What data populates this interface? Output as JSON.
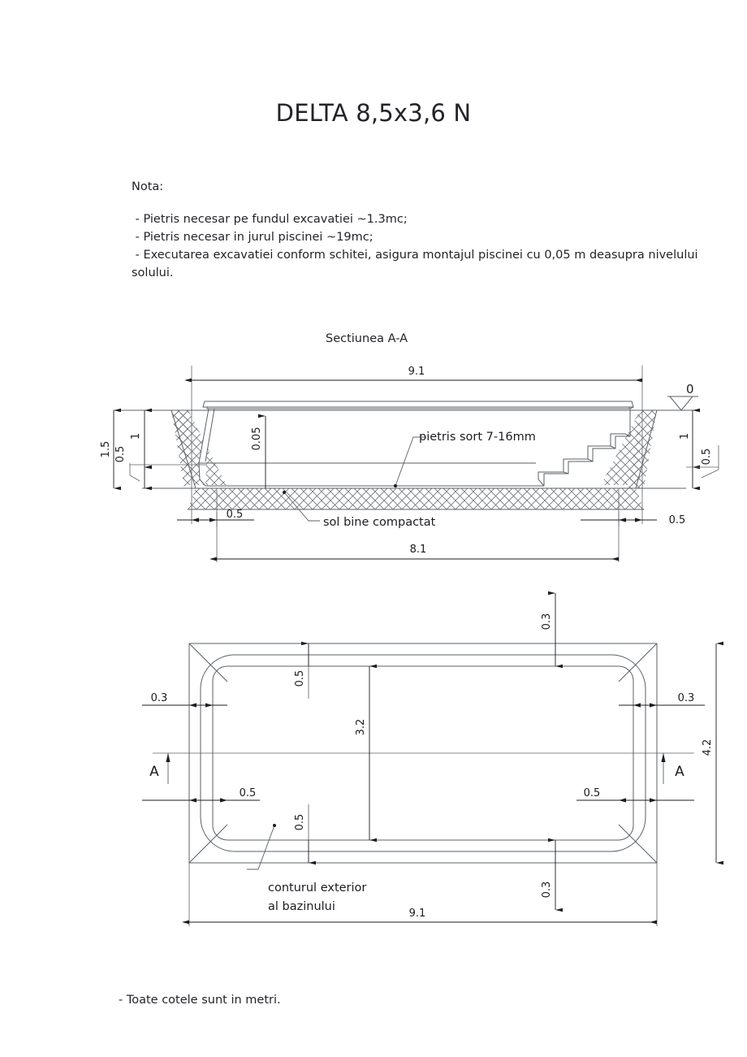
{
  "document": {
    "title": "DELTA 8,5x3,6 N",
    "units_note": "- Toate cotele sunt in metri."
  },
  "notes": {
    "heading": "Nota:",
    "items": [
      " - Pietris necesar pe fundul excavatiei ~1.3mc;",
      " - Pietris necesar in jurul piscinei ~19mc;",
      " - Executarea excavatiei conform schitei, asigura montajul piscinei cu 0,05 m deasupra nivelului solului."
    ]
  },
  "section_view": {
    "caption": "Sectiunea A-A",
    "labels": {
      "gravel": "pietris sort 7-16mm",
      "compacted_soil": "sol bine compactat",
      "ground_level": "0"
    },
    "dimensions": {
      "top_width": "9.1",
      "bottom_width": "8.1",
      "total_depth_left": "1.5",
      "left_upper": "1",
      "left_lower": "0.5",
      "right_upper": "1",
      "right_lower": "0.5",
      "pool_above_ground": "0.05",
      "bottom_offset_left": "0.5",
      "bottom_offset_right": "0.5"
    }
  },
  "plan_view": {
    "labels": {
      "pool_outline": "conturul exterior\nal bazinului",
      "pool_outline_line1": "conturul exterior",
      "pool_outline_line2": "al bazinului",
      "section_mark_left": "A",
      "section_mark_right": "A"
    },
    "dimensions": {
      "overall_length": "9.1",
      "overall_width": "4.2",
      "pool_width": "3.2",
      "top_gap": "0.3",
      "bottom_gap": "0.3",
      "left_gap_outer": "0.3",
      "right_gap_outer": "0.3",
      "left_gap_inner": "0.5",
      "right_gap_inner": "0.5",
      "top_gap_inner": "0.5",
      "bottom_gap_inner": "0.5"
    }
  },
  "colors": {
    "line": "#5b6166",
    "line_dark": "#1c1c22",
    "hatch": "#6d7479",
    "text": "#23232a",
    "background": "#ffffff"
  }
}
